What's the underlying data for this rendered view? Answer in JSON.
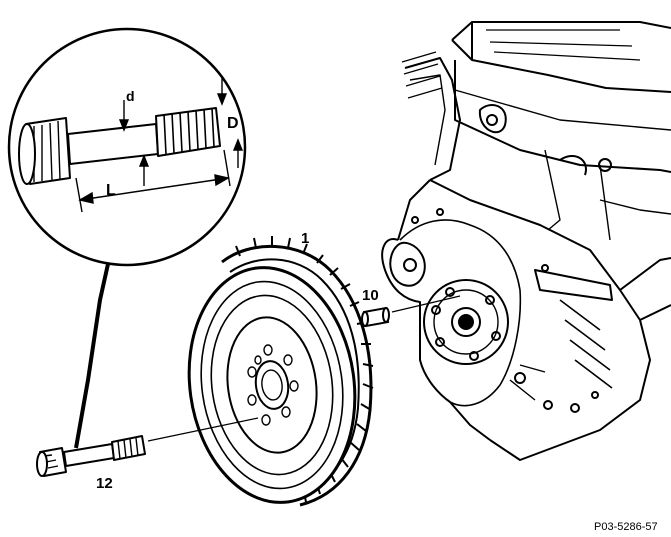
{
  "figure": {
    "reference_code": "P03-5286-57",
    "part_labels": {
      "flywheel": "1",
      "dowel_pin": "10",
      "bolt": "12"
    },
    "detail_dimensions": {
      "shank_diameter": "d",
      "thread_diameter": "D",
      "length": "L"
    }
  }
}
